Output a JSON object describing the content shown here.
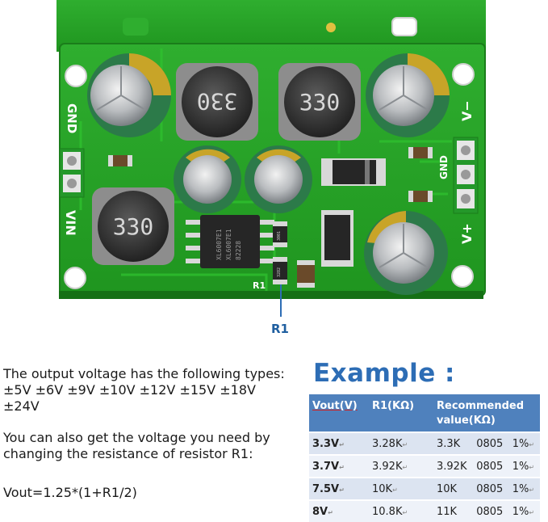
{
  "board": {
    "labels": {
      "gnd_left": "GND",
      "vin": "VIN",
      "gnd_right": "GND",
      "v_minus": "V−",
      "v_plus": "V+",
      "r1_silk": "R1",
      "inductor_top_left": "330",
      "inductor_top_right": "330",
      "inductor_bottom_left": "330",
      "chip_line1": "XL6007E1",
      "chip_line2": "XL6007E1",
      "chip_line3": "82228",
      "resistor_small_top": "3001",
      "resistor_small_bottom": "3282"
    },
    "colors": {
      "pcb": "#27a52a",
      "pad": "#e6e6e6",
      "cap_gold": "#c8a428",
      "cap_green": "#2c7a49"
    }
  },
  "callout_label": "R1",
  "description": {
    "line1": "The output voltage has the following types:±5V ±6V ±9V ±10V ±12V ±15V ±18V ±24V",
    "line2": "You can also get the voltage you need by changing the resistance of resistor R1:",
    "formula": "Vout=1.25*(1+R1/2)"
  },
  "example": {
    "title": "Example :",
    "headers": [
      "Vout(V)",
      "R1(KΩ)",
      "Recommended value(KΩ)"
    ],
    "rows": [
      {
        "vout": "3.3V",
        "r1": "3.28K",
        "rec": "3.3K",
        "pkg": "0805",
        "tol": "1%"
      },
      {
        "vout": "3.7V",
        "r1": "3.92K",
        "rec": "3.92K",
        "pkg": "0805",
        "tol": "1%"
      },
      {
        "vout": "7.5V",
        "r1": "10K",
        "rec": "10K",
        "pkg": "0805",
        "tol": "1%"
      },
      {
        "vout": "8V",
        "r1": "10.8K",
        "rec": "11K",
        "pkg": "0805",
        "tol": "1%"
      }
    ],
    "colors": {
      "header": "#4f81bd",
      "row_odd": "#dce4f1",
      "row_even": "#eef2f9",
      "title": "#2d6db5"
    }
  }
}
